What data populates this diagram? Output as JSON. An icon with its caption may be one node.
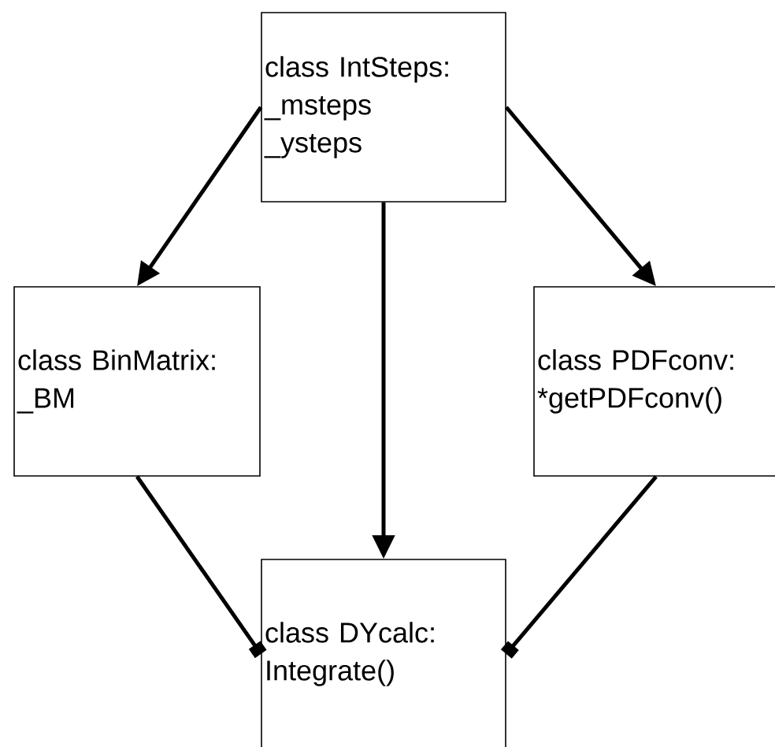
{
  "diagram": {
    "nodes": [
      {
        "text": [
          "class IntSteps:",
          "_msteps",
          "_ysteps"
        ]
      },
      {
        "text": [
          "class BinMatrix:",
          "_BM"
        ]
      },
      {
        "text": [
          "class PDFconv:",
          "*getPDFconv()"
        ]
      },
      {
        "text": [
          "class DYcalc:",
          "Integrate()"
        ]
      }
    ],
    "edges": [
      {
        "from": 0,
        "to": 1,
        "arrow": "to"
      },
      {
        "from": 0,
        "to": 3,
        "arrow": "to"
      },
      {
        "from": 0,
        "to": 2,
        "arrow": "to"
      },
      {
        "from": 1,
        "to": 3,
        "arrow": "other"
      },
      {
        "from": 2,
        "to": 3,
        "arrow": "other"
      }
    ]
  }
}
